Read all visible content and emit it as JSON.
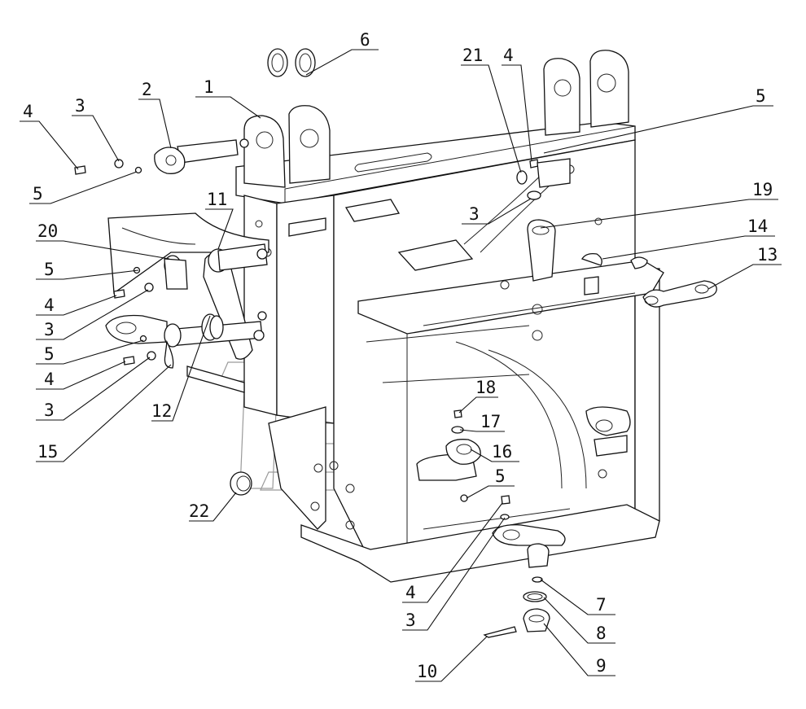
{
  "diagram": {
    "callouts": [
      {
        "id": "c1",
        "label": "1"
      },
      {
        "id": "c2",
        "label": "2"
      },
      {
        "id": "c3a",
        "label": "3"
      },
      {
        "id": "c4a",
        "label": "4"
      },
      {
        "id": "c5a",
        "label": "5"
      },
      {
        "id": "c6",
        "label": "6"
      },
      {
        "id": "c21",
        "label": "21"
      },
      {
        "id": "c4b",
        "label": "4"
      },
      {
        "id": "c5b",
        "label": "5"
      },
      {
        "id": "c19",
        "label": "19"
      },
      {
        "id": "c3b",
        "label": "3"
      },
      {
        "id": "c14",
        "label": "14"
      },
      {
        "id": "c13",
        "label": "13"
      },
      {
        "id": "c11",
        "label": "11"
      },
      {
        "id": "c20",
        "label": "20"
      },
      {
        "id": "c5c",
        "label": "5"
      },
      {
        "id": "c4c",
        "label": "4"
      },
      {
        "id": "c3c",
        "label": "3"
      },
      {
        "id": "c5d",
        "label": "5"
      },
      {
        "id": "c4d",
        "label": "4"
      },
      {
        "id": "c3d",
        "label": "3"
      },
      {
        "id": "c15",
        "label": "15"
      },
      {
        "id": "c12",
        "label": "12"
      },
      {
        "id": "c18",
        "label": "18"
      },
      {
        "id": "c17",
        "label": "17"
      },
      {
        "id": "c16",
        "label": "16"
      },
      {
        "id": "c5e",
        "label": "5"
      },
      {
        "id": "c22",
        "label": "22"
      },
      {
        "id": "c4e",
        "label": "4"
      },
      {
        "id": "c3e",
        "label": "3"
      },
      {
        "id": "c7",
        "label": "7"
      },
      {
        "id": "c8",
        "label": "8"
      },
      {
        "id": "c9",
        "label": "9"
      },
      {
        "id": "c10",
        "label": "10"
      }
    ]
  }
}
